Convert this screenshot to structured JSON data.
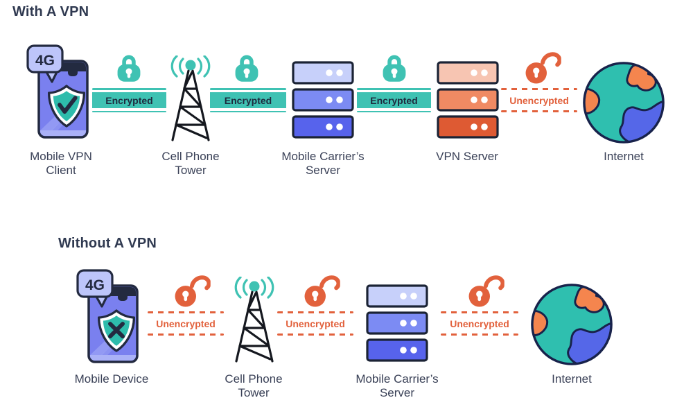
{
  "colors": {
    "teal": "#3fc2b3",
    "shield_teal": "#2ebcac",
    "orange": "#e2613c",
    "navy_text": "#3a4157",
    "title_navy": "#2f3950",
    "outline_ink": "#232a40",
    "phone_purple": "#7a80ef",
    "badge_lavender": "#bdc5fa",
    "server_blue_rows": [
      "#c7d0fa",
      "#7c8bf3",
      "#5763ec"
    ],
    "server_orange_rows": [
      "#f7c5b2",
      "#f08a63",
      "#de5a33"
    ],
    "globe_sea": "#2fbfaf",
    "globe_land_orange": "#f5854e",
    "globe_land_blue": "#5567e8"
  },
  "sections": [
    {
      "title": "With A VPN",
      "badge": "4G",
      "nodes": [
        {
          "label": "Mobile VPN\nClient",
          "icon": "phone-shield-check"
        },
        {
          "label": "Cell Phone\nTower",
          "icon": "cell-tower"
        },
        {
          "label": "Mobile Carrier’s\nServer",
          "icon": "server-blue"
        },
        {
          "label": "VPN Server",
          "icon": "server-orange"
        },
        {
          "label": "Internet",
          "icon": "globe"
        }
      ],
      "links": [
        {
          "label": "Encrypted",
          "type": "encrypted",
          "lock": "closed"
        },
        {
          "label": "Encrypted",
          "type": "encrypted",
          "lock": "closed"
        },
        {
          "label": "Encrypted",
          "type": "encrypted",
          "lock": "closed"
        },
        {
          "label": "Unencrypted",
          "type": "unencrypted",
          "lock": "open"
        }
      ]
    },
    {
      "title": "Without A VPN",
      "badge": "4G",
      "nodes": [
        {
          "label": "Mobile Device",
          "icon": "phone-shield-x"
        },
        {
          "label": "Cell Phone\nTower",
          "icon": "cell-tower"
        },
        {
          "label": "Mobile Carrier’s\nServer",
          "icon": "server-blue"
        },
        {
          "label": "Internet",
          "icon": "globe"
        }
      ],
      "links": [
        {
          "label": "Unencrypted",
          "type": "unencrypted",
          "lock": "open"
        },
        {
          "label": "Unencrypted",
          "type": "unencrypted",
          "lock": "open"
        },
        {
          "label": "Unencrypted",
          "type": "unencrypted",
          "lock": "open"
        }
      ]
    }
  ]
}
